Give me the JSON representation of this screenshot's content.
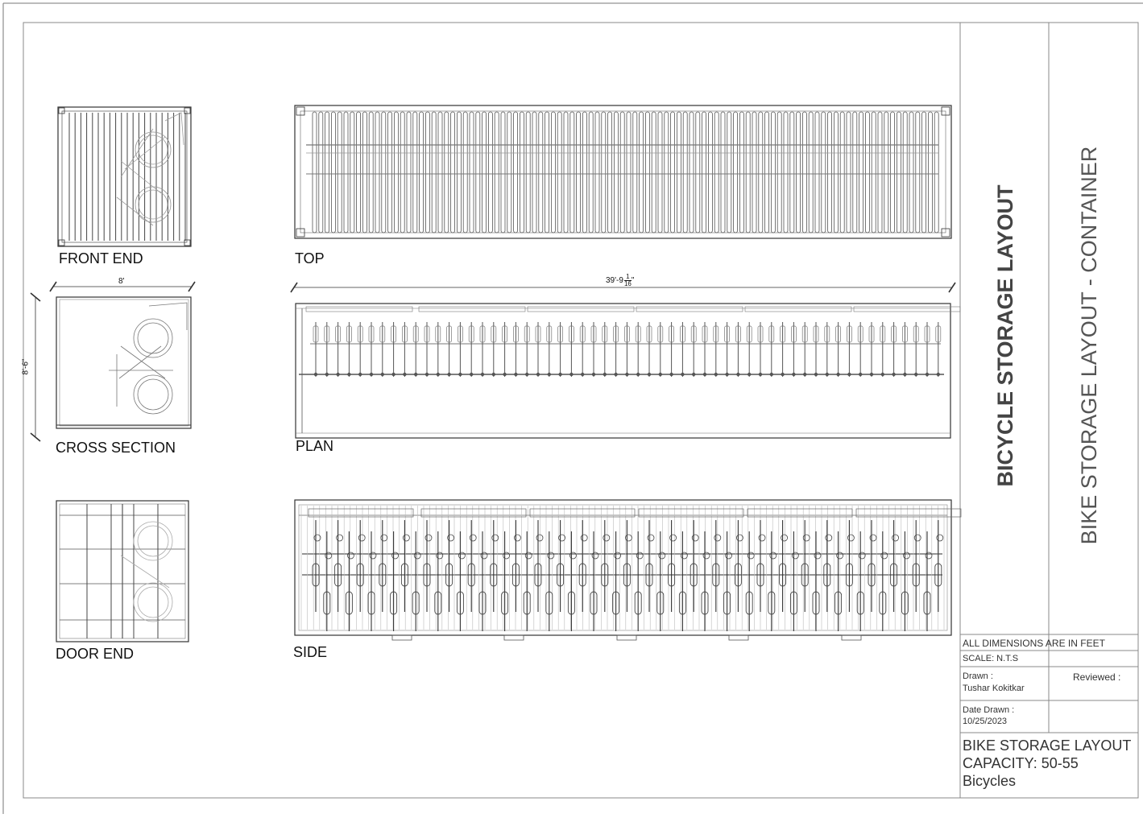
{
  "views": {
    "front_end": "FRONT END",
    "top": "TOP",
    "cross_section": "CROSS SECTION",
    "plan": "PLAN",
    "door_end": "DOOR END",
    "side": "SIDE"
  },
  "dimensions": {
    "width": "8'",
    "height": "8'-6\"",
    "length_main": "39'-9",
    "length_frac_num": "1",
    "length_frac_den": "16",
    "length_suffix": "\""
  },
  "title_block": {
    "main_title": "BICYCLE STORAGE LAYOUT",
    "sub_title": "BIKE STORAGE LAYOUT - CONTAINER",
    "units_note": "ALL DIMENSIONS ARE IN FEET",
    "scale": "SCALE: N.T.S",
    "drawn_label": "Drawn :",
    "drawn_by": "Tushar Kokitkar",
    "reviewed_label": "Reviewed :",
    "date_label": "Date Drawn :",
    "date_value": "10/25/2023",
    "summary_line1": "BIKE STORAGE LAYOUT",
    "summary_line2": "CAPACITY:  50-55",
    "summary_line3": "Bicycles"
  },
  "colors": {
    "line": "#444444",
    "light_line": "#9a9a9a",
    "paper": "#ffffff"
  }
}
